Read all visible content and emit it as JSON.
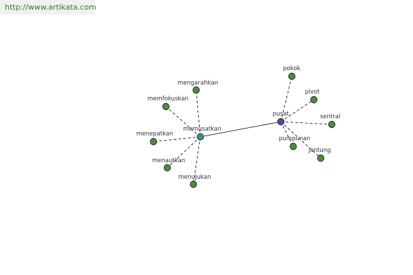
{
  "header": {
    "site_url": "http://www.artikata.com"
  },
  "colors": {
    "leaf_node": "#4d8a3c",
    "hub_memusatkan": "#3f8f8a",
    "hub_pusat": "#4a4fa0",
    "edge": "#000000"
  },
  "graph": {
    "hubs": [
      {
        "id": "memusatkan",
        "label": "memusatkan"
      },
      {
        "id": "pusat",
        "label": "pusat"
      }
    ],
    "hub_link": [
      "memusatkan",
      "pusat"
    ],
    "nodes": [
      {
        "id": "mengarahkan",
        "label": "mengarahkan",
        "hub": "memusatkan"
      },
      {
        "id": "memfokuskan",
        "label": "memfokuskan",
        "hub": "memusatkan"
      },
      {
        "id": "menepatkan",
        "label": "menepatkan",
        "hub": "memusatkan"
      },
      {
        "id": "menautkan",
        "label": "menautkan",
        "hub": "memusatkan"
      },
      {
        "id": "menujukan",
        "label": "menujukan",
        "hub": "memusatkan"
      },
      {
        "id": "pokok",
        "label": "pokok",
        "hub": "pusat"
      },
      {
        "id": "pivot",
        "label": "pivot",
        "hub": "pusat"
      },
      {
        "id": "sentral",
        "label": "sentral",
        "hub": "pusat"
      },
      {
        "id": "pumpunan",
        "label": "pumpunan",
        "hub": "pusat"
      },
      {
        "id": "jantung",
        "label": "jantung",
        "hub": "pusat"
      }
    ]
  }
}
